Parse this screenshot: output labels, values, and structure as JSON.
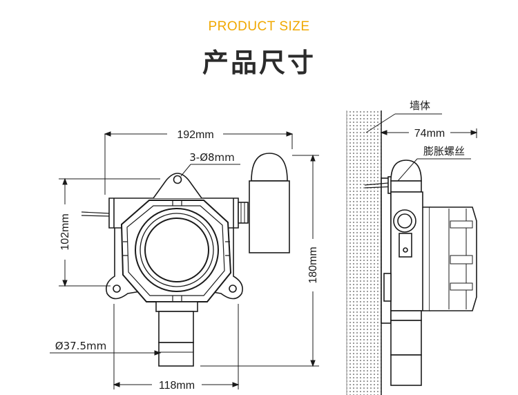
{
  "header": {
    "subtitle": "PRODUCT SIZE",
    "title": "产品尺寸"
  },
  "dimensions": {
    "width_top": "192mm",
    "holes": "3-Ø8mm",
    "height_left": "102mm",
    "height_total": "180mm",
    "sensor_diameter": "Ø37.5mm",
    "width_bottom": "118mm",
    "depth_side": "74mm"
  },
  "labels": {
    "wall": "墙体",
    "anchor": "膨胀螺丝"
  },
  "colors": {
    "accent": "#F0A800",
    "text": "#2b2b2b",
    "line": "#1a1a1a"
  }
}
